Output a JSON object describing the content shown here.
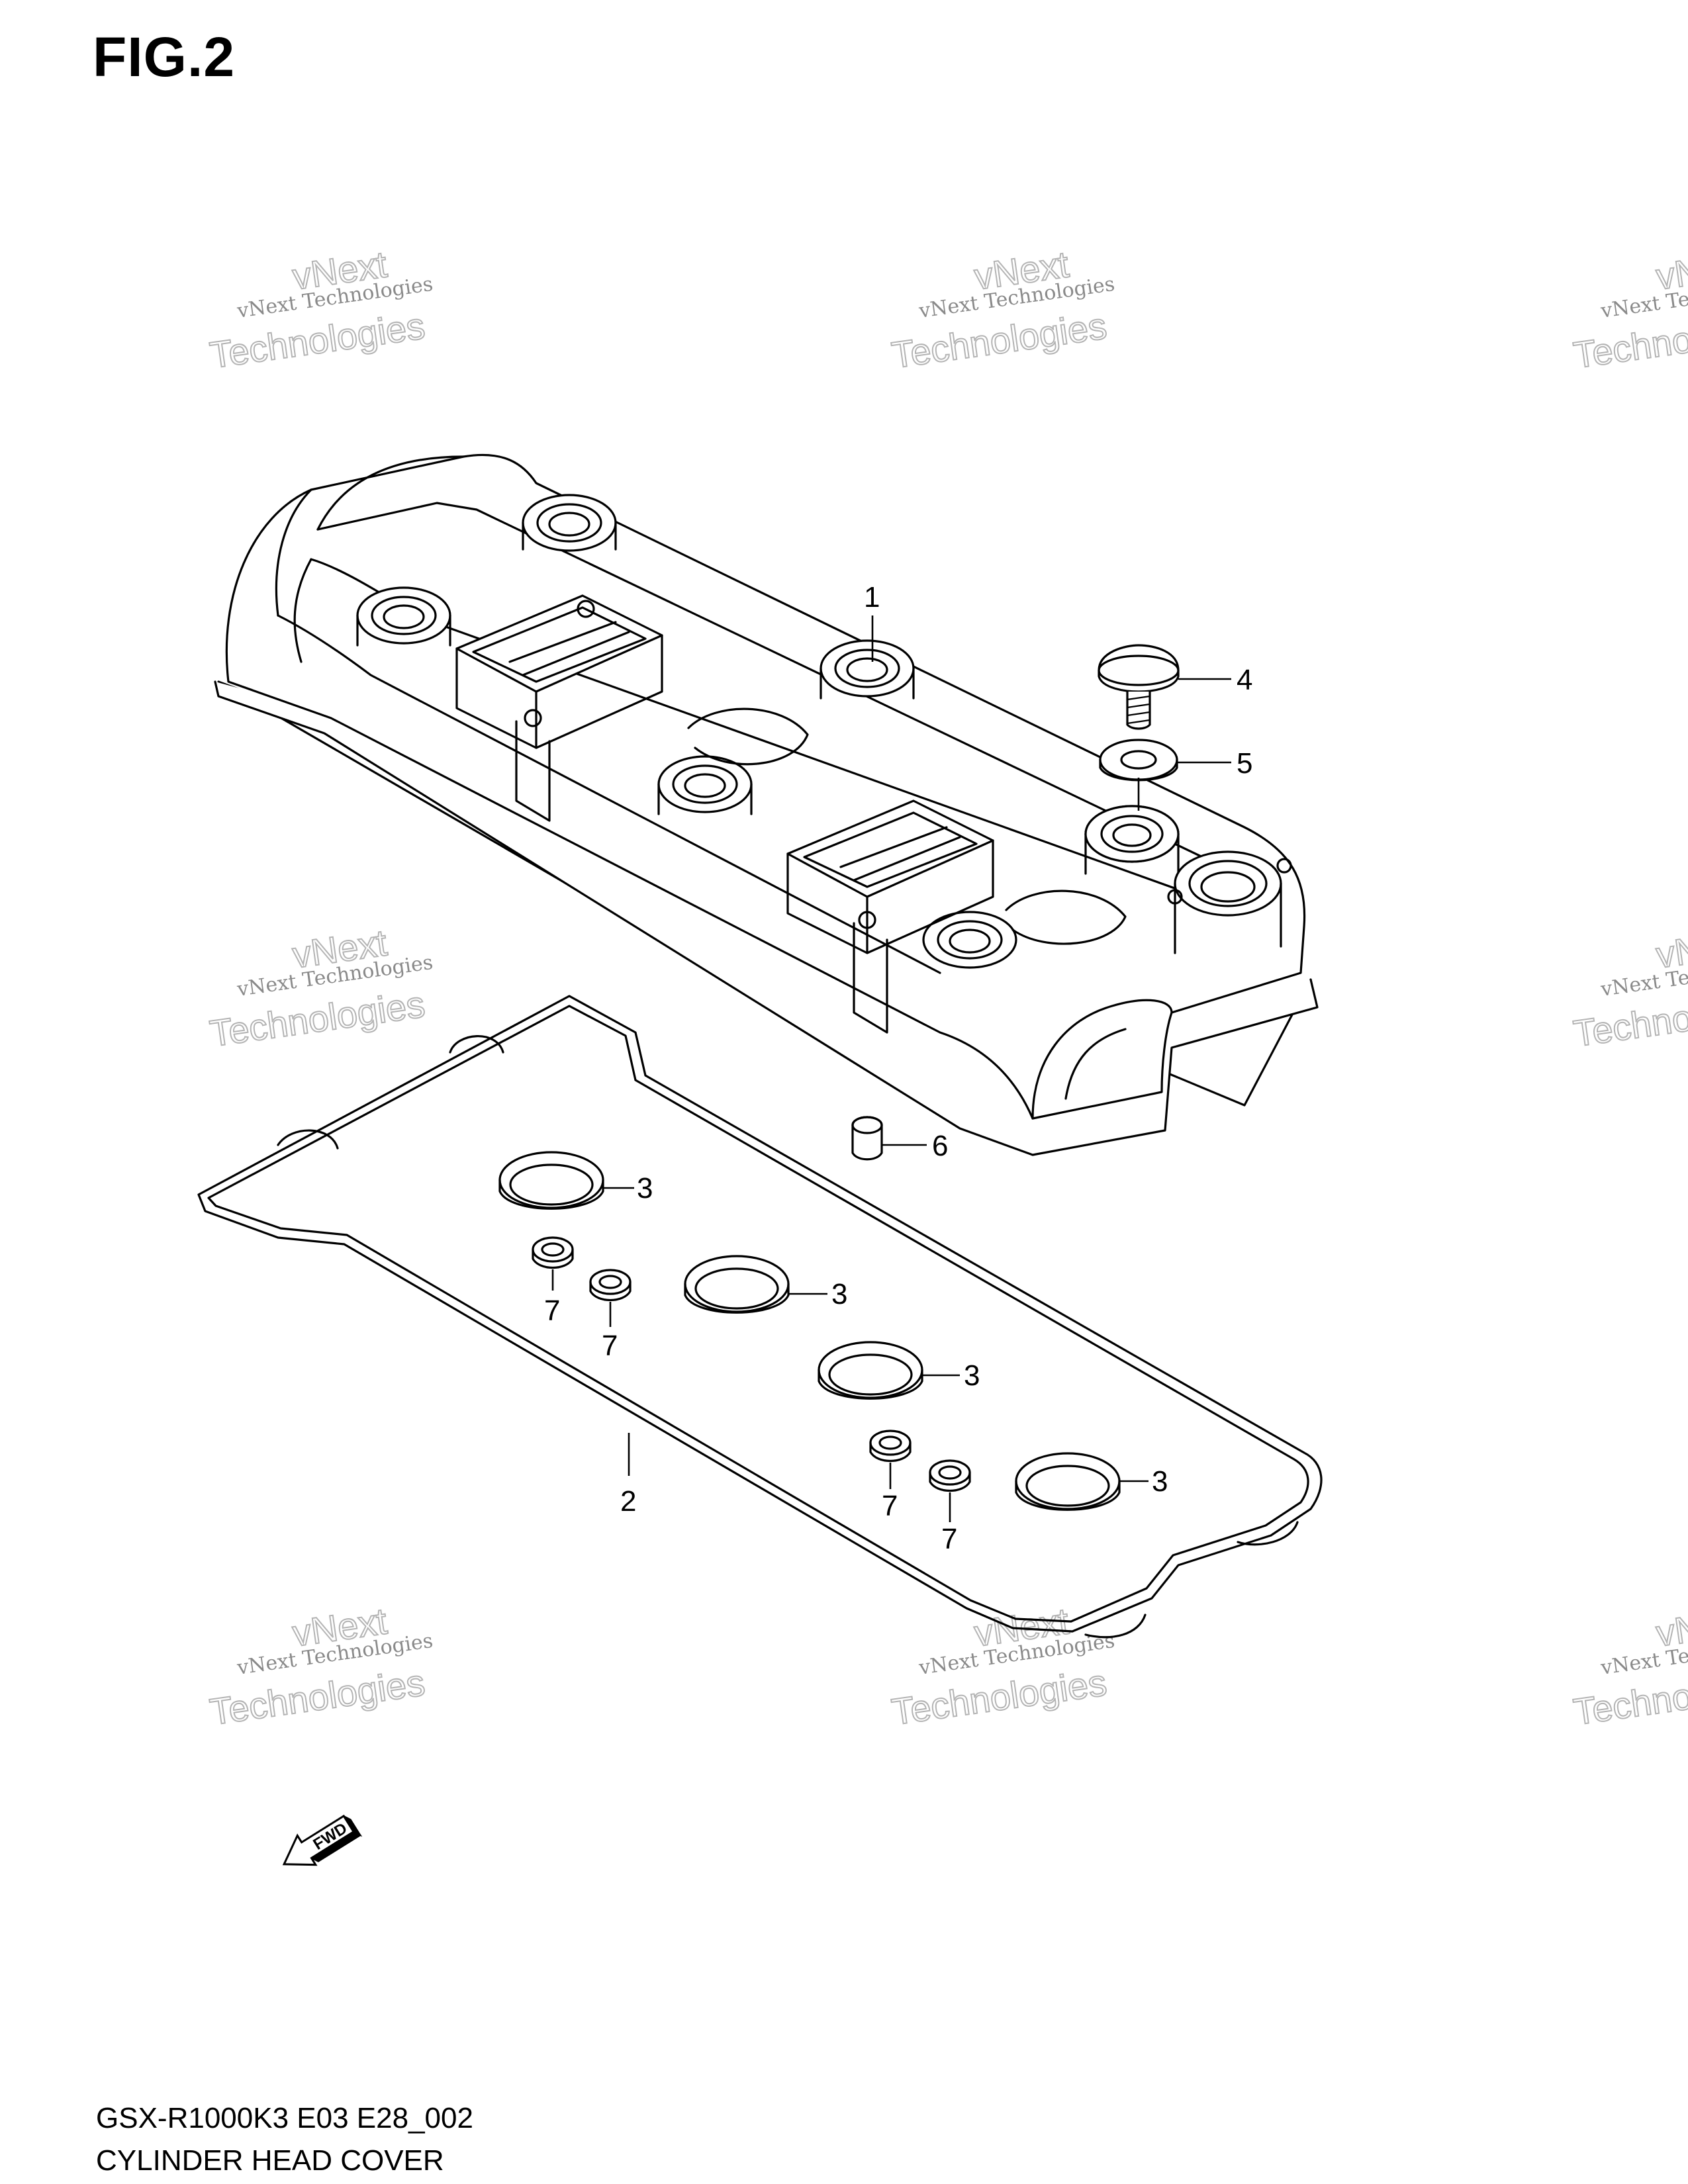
{
  "figure": {
    "title": "FIG.2",
    "model_code": "GSX-R1000K3 E03 E28_002",
    "part_name": "CYLINDER HEAD COVER"
  },
  "callouts": {
    "c1": "1",
    "c2": "2",
    "c3a": "3",
    "c3b": "3",
    "c3c": "3",
    "c3d": "3",
    "c4": "4",
    "c5": "5",
    "c6": "6",
    "c7a": "7",
    "c7b": "7",
    "c7c": "7",
    "c7d": "7"
  },
  "fwd_label": "FWD",
  "watermark": {
    "line1": "vNext Technologies",
    "line2": "Technologies",
    "line3": "vNext"
  }
}
